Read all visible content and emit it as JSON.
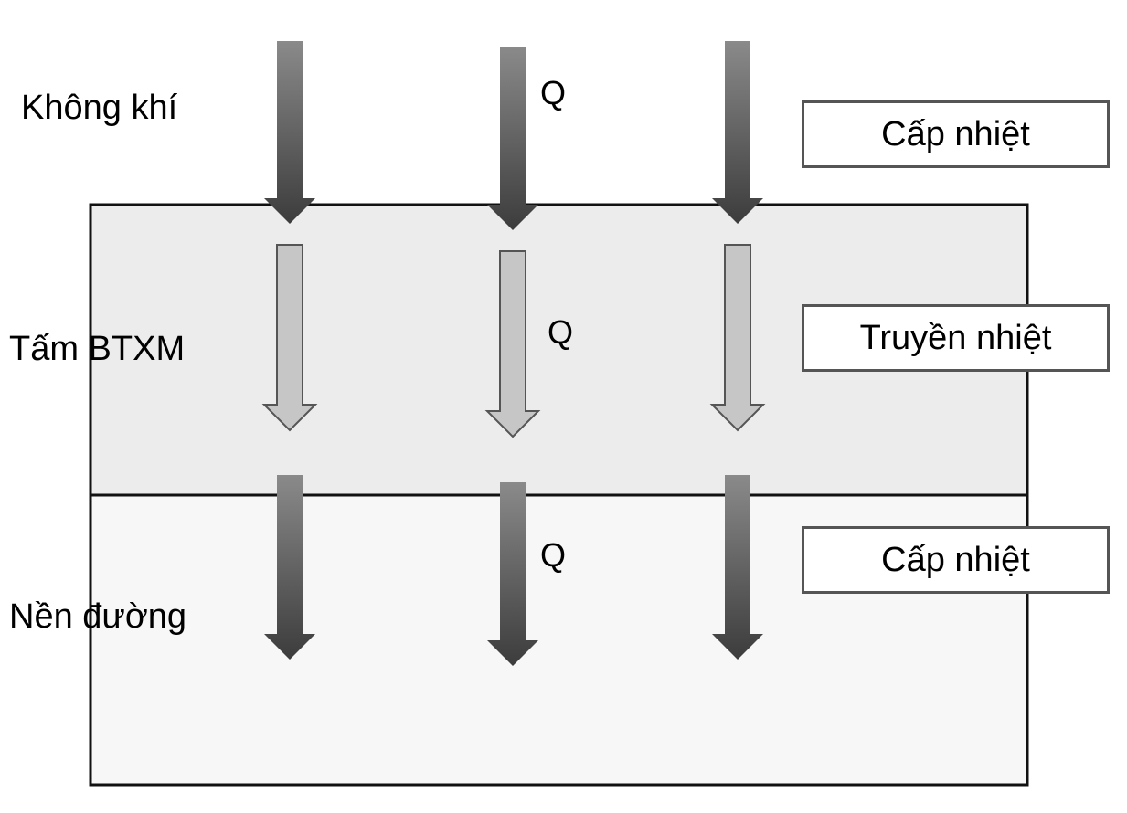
{
  "layers": {
    "air": "Không khí",
    "slab": "Tấm BTXM",
    "subgrade": "Nền đường"
  },
  "heat_label": "Q",
  "processes": {
    "top": "Cấp nhiệt",
    "middle": "Truyền nhiệt",
    "bottom": "Cấp nhiệt"
  },
  "colors": {
    "slab_fill": "#ececec",
    "subgrade_fill": "#f7f7f7",
    "outline": "#111111",
    "dark_arrow_top": "#8a8a8a",
    "dark_arrow_bottom": "#3c3c3c",
    "light_arrow": "#c6c6c6"
  }
}
